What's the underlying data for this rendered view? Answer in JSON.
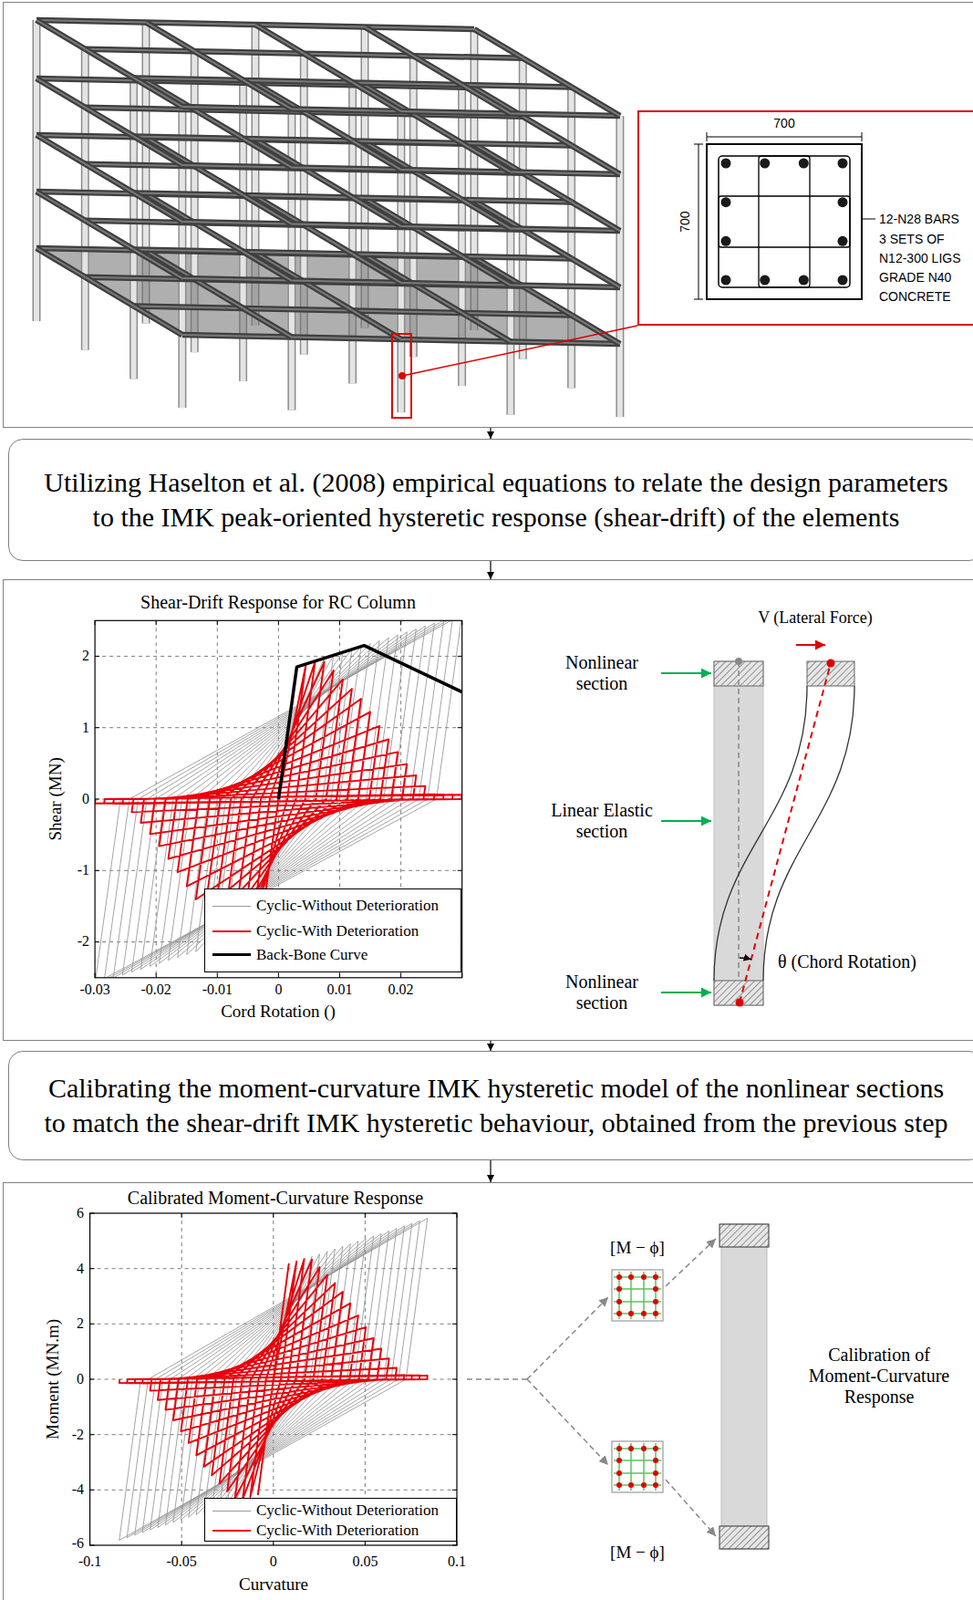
{
  "diagram": {
    "nodes": [
      {
        "text": []
      },
      {
        "text": [
          "700",
          "700",
          "12-N28 BARS",
          "3 SETS OF",
          "N12-300 LIGS",
          "GRADE N40",
          "CONCRETE"
        ],
        "in": 0
      },
      {
        "text": [
          "Utilizing Haselton et al. (2008) empirical equations to relate the design parameters to the IMK peak-oriented hysteretic response (shear-drift) of the elements"
        ]
      },
      {
        "text": [
          "Shear-Drift Response for RC Column"
        ]
      },
      {
        "text": [
          "Calibrating the moment-curvature IMK hysteretic model of the nonlinear sections to match the shear-drift IMK hysteretic behaviour, obtained from the previous step"
        ]
      },
      {
        "text": [
          "Calibrated Moment-Curvature Response"
        ]
      }
    ],
    "edges": [
      {
        "from": 0,
        "to": 2,
        "arrow": "to"
      },
      {
        "from": 2,
        "to": 3,
        "arrow": "to"
      },
      {
        "from": 3,
        "to": 4,
        "arrow": "to"
      },
      {
        "from": 4,
        "to": 5,
        "arrow": "to"
      }
    ],
    "labels": [
      "Shear (MN)",
      "2",
      "1",
      "0",
      "-1",
      "-2",
      "-0.03",
      "-0.02",
      "-0.01",
      "0",
      "0.01",
      "0.02",
      "Cord Rotation ()",
      "V (Lateral Force)",
      "Nonlinear section",
      "Linear Elastic section",
      "Nonlinear section",
      "θ (Chord Rotation)",
      "Moment (MN.m)",
      "6",
      "4",
      "2",
      "0",
      "-2",
      "-4",
      "-6",
      "-0.1",
      "-0.05",
      "0",
      "0.05",
      "0.1",
      "Curvature",
      "[M − ϕ]",
      "[M − ϕ]",
      "Calibration of Moment-Curvature Response"
    ],
    "legend": [
      {
        "text": "Cyclic-Without Deterioration"
      },
      {
        "text": "Cyclic-With Deterioration"
      },
      {
        "text": "Back-Bone Curve"
      },
      {
        "text": "Cyclic-Without Deterioration"
      },
      {
        "text": "Cyclic-With Deterioration"
      }
    ]
  }
}
